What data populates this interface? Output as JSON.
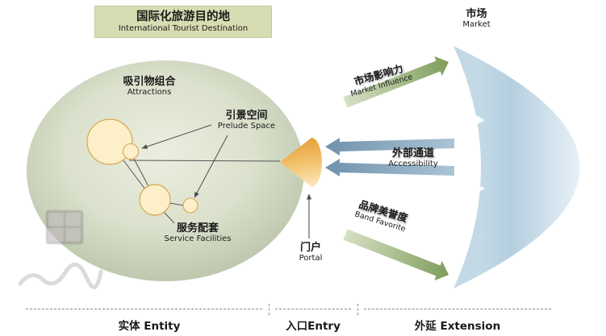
{
  "title": {
    "zh": "国际化旅游目的地",
    "en": "International Tourist Destination"
  },
  "market": {
    "zh": "市场",
    "en": "Market"
  },
  "destination": {
    "attractions": {
      "zh": "吸引物组合",
      "en": "Attractions"
    },
    "prelude_space": {
      "zh": "引景空间",
      "en": "Prelude Space"
    },
    "service_facilities": {
      "zh": "服务配套",
      "en": "Service Facilities"
    }
  },
  "portal": {
    "zh": "门户",
    "en": "Portal"
  },
  "relations": {
    "market_influence": {
      "zh": "市场影响力",
      "en": "Market Influence"
    },
    "accessibility": {
      "zh": "外部通道",
      "en": "Accessibility"
    },
    "brand_favorite": {
      "zh": "品牌美誉度",
      "en": "Band Favorite"
    }
  },
  "sections": {
    "entity": "实体 Entity",
    "entry": "入口Entry",
    "extension": "外延 Extension"
  },
  "colors": {
    "title_box_bg": "#d8dcb2",
    "ellipse_fill": "#d5dcc5",
    "node_fill": "#fcefc9",
    "node_stroke": "#d8a64e",
    "cone_orange": "#e59c2f",
    "market_crescent_blue": "#b4cfdf",
    "arrow_green": "#7e9d5c",
    "arrow_blue": "#6f92ac",
    "text": "#1a1a1a"
  }
}
